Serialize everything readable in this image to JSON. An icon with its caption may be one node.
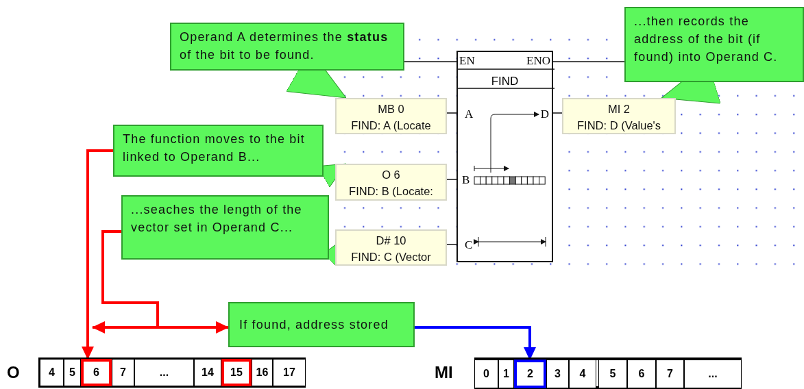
{
  "diagram": {
    "nodes": [
      {
        "text": [
          "Operand A determines the **status** of the bit to be found."
        ]
      },
      {
        "text": [
          "...then records the address of the bit (if found) into Operand C."
        ]
      },
      {
        "text": [
          "MB 0",
          "FIND: A (Locate"
        ]
      },
      {
        "text": [
          "EN",
          "ENO",
          "FIND",
          "A",
          "B",
          "C",
          "D"
        ]
      },
      {
        "text": [
          "MI 2",
          "FIND: D (Value's"
        ]
      },
      {
        "text": [
          "The function moves to the bit linked to Operand B..."
        ]
      },
      {
        "text": [
          "O 6",
          "FIND: B (Locate:"
        ]
      },
      {
        "text": [
          "...seaches the length of the vector set in Operand C..."
        ]
      },
      {
        "text": [
          "D# 10",
          "FIND: C (Vector"
        ]
      },
      {
        "text": [
          "If found, address stored"
        ]
      },
      {
        "text": [
          "O"
        ]
      },
      {
        "text": [
          "4"
        ],
        "in": 10
      },
      {
        "text": [
          "5"
        ],
        "in": 10
      },
      {
        "text": [
          "6"
        ],
        "in": 10
      },
      {
        "text": [
          "7"
        ],
        "in": 10
      },
      {
        "text": [
          "..."
        ],
        "in": 10
      },
      {
        "text": [
          "14"
        ],
        "in": 10
      },
      {
        "text": [
          "15"
        ],
        "in": 10
      },
      {
        "text": [
          "16"
        ],
        "in": 10
      },
      {
        "text": [
          "17"
        ],
        "in": 10
      },
      {
        "text": [
          "MI"
        ]
      },
      {
        "text": [
          "0"
        ],
        "in": 20
      },
      {
        "text": [
          "1"
        ],
        "in": 20
      },
      {
        "text": [
          "2"
        ],
        "in": 20
      },
      {
        "text": [
          "3"
        ],
        "in": 20
      },
      {
        "text": [
          "4"
        ],
        "in": 20
      },
      {
        "text": [
          "5"
        ],
        "in": 20
      },
      {
        "text": [
          "6"
        ],
        "in": 20
      },
      {
        "text": [
          "7"
        ],
        "in": 20
      },
      {
        "text": [
          "..."
        ],
        "in": 20
      }
    ],
    "edges": [
      {
        "from": 0,
        "to": 3,
        "arrow": "none"
      },
      {
        "from": 3,
        "to": 1,
        "arrow": "none"
      },
      {
        "from": 2,
        "to": 3,
        "arrow": "none"
      },
      {
        "from": 6,
        "to": 3,
        "arrow": "none"
      },
      {
        "from": 8,
        "to": 3,
        "arrow": "none"
      },
      {
        "from": 3,
        "to": 4,
        "arrow": "none"
      },
      {
        "from": 5,
        "to": 13,
        "arrow": "to",
        "style": "thick",
        "color": "#ff0000"
      },
      {
        "from": 7,
        "to": null,
        "arrow": "to",
        "style": "thick",
        "color": "#ff0000"
      },
      {
        "from": 7,
        "to": 9,
        "arrow": "to",
        "style": "thick",
        "color": "#ff0000"
      },
      {
        "from": 9,
        "to": 23,
        "arrow": "to",
        "style": "thick",
        "color": "#0000ff"
      },
      {
        "from": 0,
        "to": 2,
        "arrow": "to",
        "color": "#5cf75c"
      },
      {
        "from": 1,
        "to": 4,
        "arrow": "to",
        "color": "#5cf75c"
      },
      {
        "from": 5,
        "to": 6,
        "arrow": "to",
        "color": "#5cf75c"
      },
      {
        "from": 7,
        "to": 8,
        "arrow": "to",
        "color": "#5cf75c"
      }
    ]
  }
}
